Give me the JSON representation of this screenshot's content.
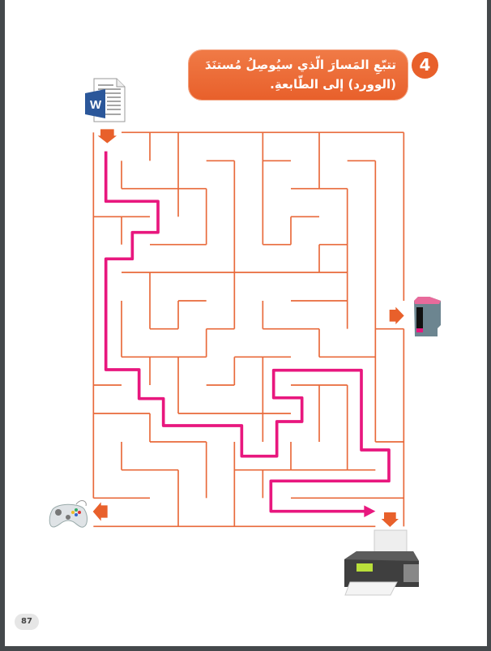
{
  "exercise": {
    "number": "4",
    "instruction": "تتبّعِ المَسارَ الّذي سيُوصِلُ مُستنَدَ (الوورد) إلى الطّابعةِ."
  },
  "icons": {
    "start": "word-document-icon",
    "exits": [
      "ink-cartridge-icon",
      "game-controller-icon",
      "printer-icon"
    ],
    "word_letter": "W"
  },
  "colors": {
    "accent": "#e8602b",
    "maze_wall": "#e8693a",
    "solution_path": "#e8177e"
  },
  "page_number": "87"
}
